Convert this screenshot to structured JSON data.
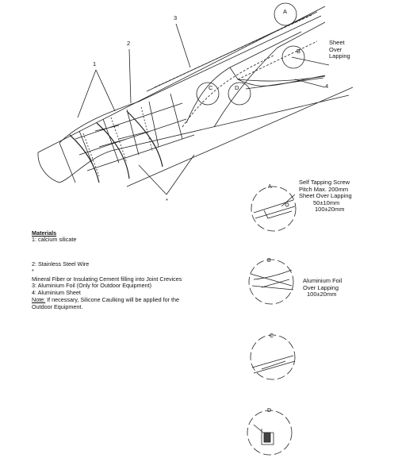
{
  "diagram": {
    "part_labels": [
      "1",
      "2",
      "3",
      "4",
      "*"
    ],
    "detail_markers": [
      "A",
      "B",
      "C",
      "D"
    ],
    "sheet_over_lapping_label": [
      "Sheet",
      "Over",
      "Lapping"
    ]
  },
  "details": {
    "a": {
      "letter": "A",
      "lines": [
        "Self Tapping Screw",
        "Pitch Max. 200mm",
        "Sheet Over Lapping",
        "50±10mm",
        "100±20mm"
      ]
    },
    "b": {
      "letter": "B",
      "lines": [
        "Aluminium Foil",
        "Over Lapping",
        "100±20mm"
      ]
    },
    "c": {
      "letter": "C"
    },
    "d": {
      "letter": "D"
    }
  },
  "materials": {
    "heading": "Materials",
    "item1": "1: calcium silicate",
    "item2": "2: Stainless Steel Wire",
    "star": "*",
    "star_desc": "Mineral Fiber or Insulating Cement filling into Joint Crevices",
    "item3": "3: Aluminium Foil (Only for Outdoor Equipment)",
    "item4": "4: Aluminium Sheet",
    "note_label": "Note:",
    "note_text": " If necessary, Silicone Caulking will be applied for the",
    "note_text2": "Outdoor Equipment."
  }
}
